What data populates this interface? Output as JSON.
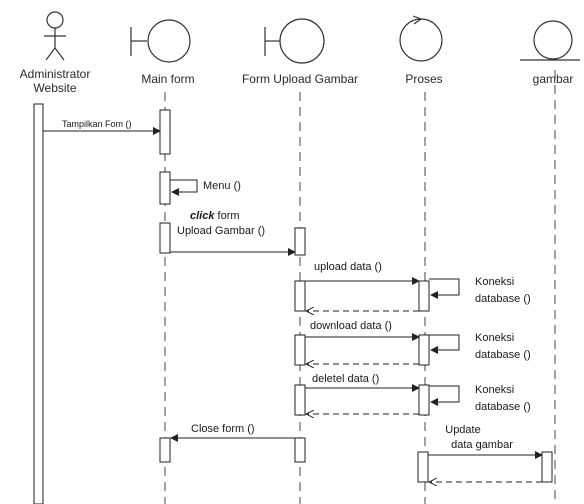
{
  "participants": {
    "actor": {
      "line1": "Administrator",
      "line2": "Website"
    },
    "main_form": "Main form",
    "form_upload": "Form Upload Gambar",
    "proses": "Proses",
    "gambar": "gambar"
  },
  "messages": {
    "tampilkan": "Tampilkan Fom ()",
    "menu": "Menu ()",
    "click_italic": "click",
    "click_rest": " form",
    "upload_gambar": "Upload Gambar ()",
    "upload_data": "upload data ()",
    "koneksi1_a": "Koneksi",
    "koneksi1_b": "database ()",
    "download_data": "download data ()",
    "koneksi2_a": "Koneksi",
    "koneksi2_b": "database ()",
    "deletel_data": "deletel data ()",
    "koneksi3_a": "Koneksi",
    "koneksi3_b": "database ()",
    "close_form": "Close form ()",
    "update_a": "Update",
    "update_b": "data gambar"
  }
}
